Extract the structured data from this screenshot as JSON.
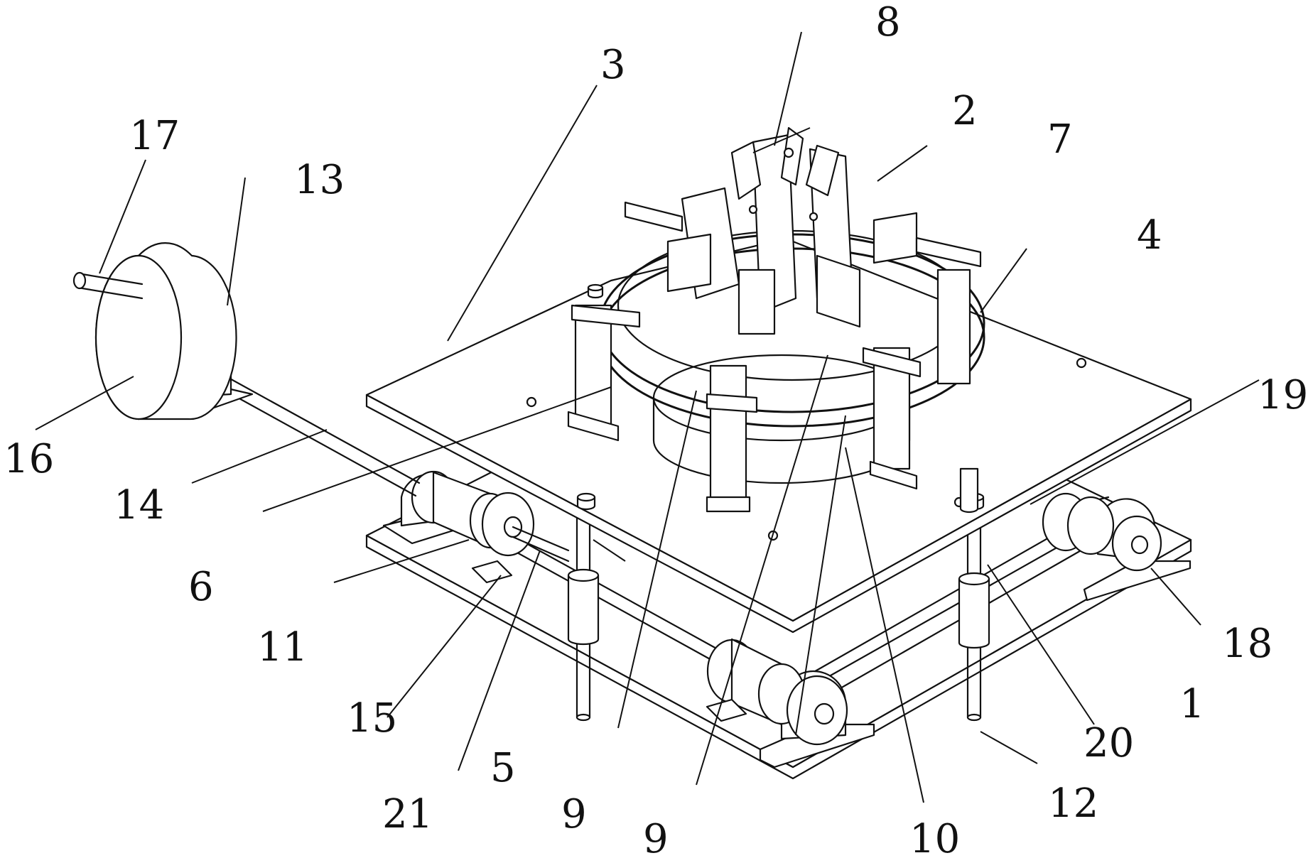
{
  "figure": {
    "labels": [
      {
        "id": "1",
        "text": "1"
      },
      {
        "id": "2",
        "text": "2"
      },
      {
        "id": "3",
        "text": "3"
      },
      {
        "id": "4",
        "text": "4"
      },
      {
        "id": "5",
        "text": "5"
      },
      {
        "id": "6",
        "text": "6"
      },
      {
        "id": "7",
        "text": "7"
      },
      {
        "id": "8",
        "text": "8"
      },
      {
        "id": "9a",
        "text": "9"
      },
      {
        "id": "9b",
        "text": "9"
      },
      {
        "id": "10",
        "text": "10"
      },
      {
        "id": "11",
        "text": "11"
      },
      {
        "id": "12",
        "text": "12"
      },
      {
        "id": "13",
        "text": "13"
      },
      {
        "id": "14",
        "text": "14"
      },
      {
        "id": "15",
        "text": "15"
      },
      {
        "id": "16",
        "text": "16"
      },
      {
        "id": "17",
        "text": "17"
      },
      {
        "id": "18",
        "text": "18"
      },
      {
        "id": "19",
        "text": "19"
      },
      {
        "id": "20",
        "text": "20"
      },
      {
        "id": "21",
        "text": "21"
      }
    ]
  }
}
